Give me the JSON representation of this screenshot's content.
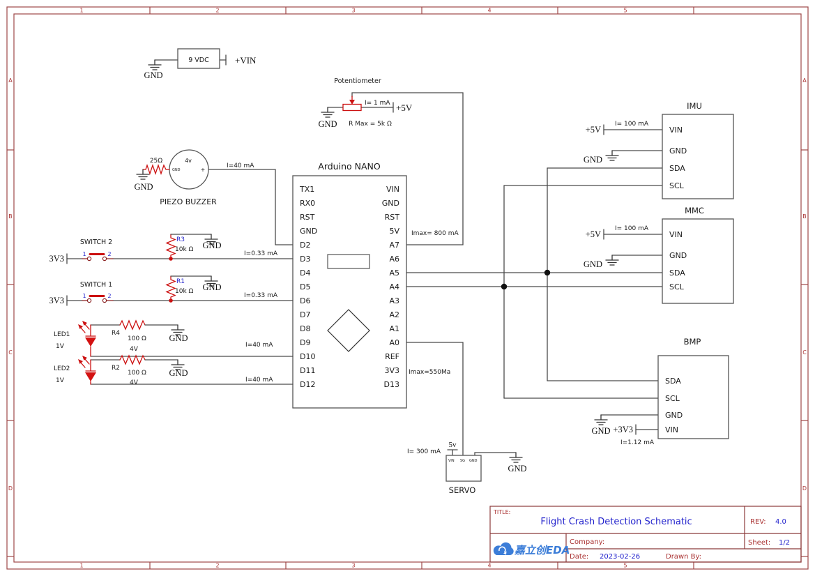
{
  "frame": {
    "cols": [
      "1",
      "2",
      "3",
      "4",
      "5"
    ],
    "rows": [
      "A",
      "B",
      "C",
      "D"
    ]
  },
  "battery": {
    "label": "9 VDC",
    "gnd": "GND",
    "rail": "+VIN"
  },
  "pot": {
    "title": "Potentiometer",
    "current": "I= 1 mA",
    "rail": "+5V",
    "gnd": "GND",
    "note": "R Max = 5k Ω"
  },
  "buzzer": {
    "res": "25Ω",
    "volt": "4v",
    "pin_gnd": "GND",
    "pin_plus": "+",
    "gnd": "GND",
    "current": "I=40 mA",
    "title": "PIEZO BUZZER"
  },
  "arduino": {
    "title": "Arduino NANO",
    "left": [
      "TX1",
      "RX0",
      "RST",
      "GND",
      "D2",
      "D3",
      "D4",
      "D5",
      "D6",
      "D7",
      "D8",
      "D9",
      "D10",
      "D11",
      "D12"
    ],
    "right": [
      "VIN",
      "GND",
      "RST",
      "5V",
      "A7",
      "A6",
      "A5",
      "A4",
      "A3",
      "A2",
      "A1",
      "A0",
      "REF",
      "3V3",
      "D13"
    ],
    "imax5": "Imax= 800 mA",
    "imax3": "Imax=550Ma"
  },
  "sw2": {
    "rail": "3V3",
    "title": "SWITCH 2",
    "p1": "1",
    "p2": "2",
    "ref": "R3",
    "val": "10k Ω",
    "gnd": "GND",
    "current": "I=0.33 mA"
  },
  "sw1": {
    "rail": "3V3",
    "title": "SWITCH 1",
    "p1": "1",
    "p2": "2",
    "ref": "R1",
    "val": "10k Ω",
    "gnd": "GND",
    "current": "I=0.33 mA"
  },
  "led1": {
    "name": "LED1",
    "vf": "1V",
    "ref": "R4",
    "val": "100 Ω",
    "vr": "4V",
    "gnd": "GND",
    "current": "I=40 mA"
  },
  "led2": {
    "name": "LED2",
    "vf": "1V",
    "ref": "R2",
    "val": "100 Ω",
    "vr": "4V",
    "gnd": "GND",
    "current": "I=40 mA"
  },
  "imu": {
    "title": "IMU",
    "pins": [
      "VIN",
      "GND",
      "SDA",
      "SCL"
    ],
    "rail": "+5V",
    "current": "I= 100 mA",
    "gnd": "GND"
  },
  "mmc": {
    "title": "MMC",
    "pins": [
      "VIN",
      "GND",
      "SDA",
      "SCL"
    ],
    "rail": "+5V",
    "current": "I= 100 mA",
    "gnd": "GND"
  },
  "bmp": {
    "title": "BMP",
    "pins": [
      "SDA",
      "SCL",
      "GND",
      "VIN"
    ],
    "gnd": "GND",
    "rail": "+3V3",
    "current": "I=1.12 mA"
  },
  "servo": {
    "title": "SERVO",
    "pins": [
      "VIN",
      "SG",
      "GND"
    ],
    "rail": "5v",
    "current": "I= 300 mA",
    "gnd": "GND"
  },
  "tb": {
    "title_label": "TITLE:",
    "title": "Flight Crash Detection Schematic",
    "rev_label": "REV:",
    "rev": "4.0",
    "company_label": "Company:",
    "sheet_label": "Sheet:",
    "sheet": "1/2",
    "date_label": "Date:",
    "date": "2023-02-26",
    "drawn_label": "Drawn By:",
    "logo": "嘉立创EDA"
  },
  "colors": {
    "frame": "#9e4848",
    "wire": "#4a4a4a",
    "component_red": "#cc1111",
    "value_blue": "#2222cc",
    "label_red": "#aa3333",
    "logo_blue": "#3b7dd8"
  }
}
